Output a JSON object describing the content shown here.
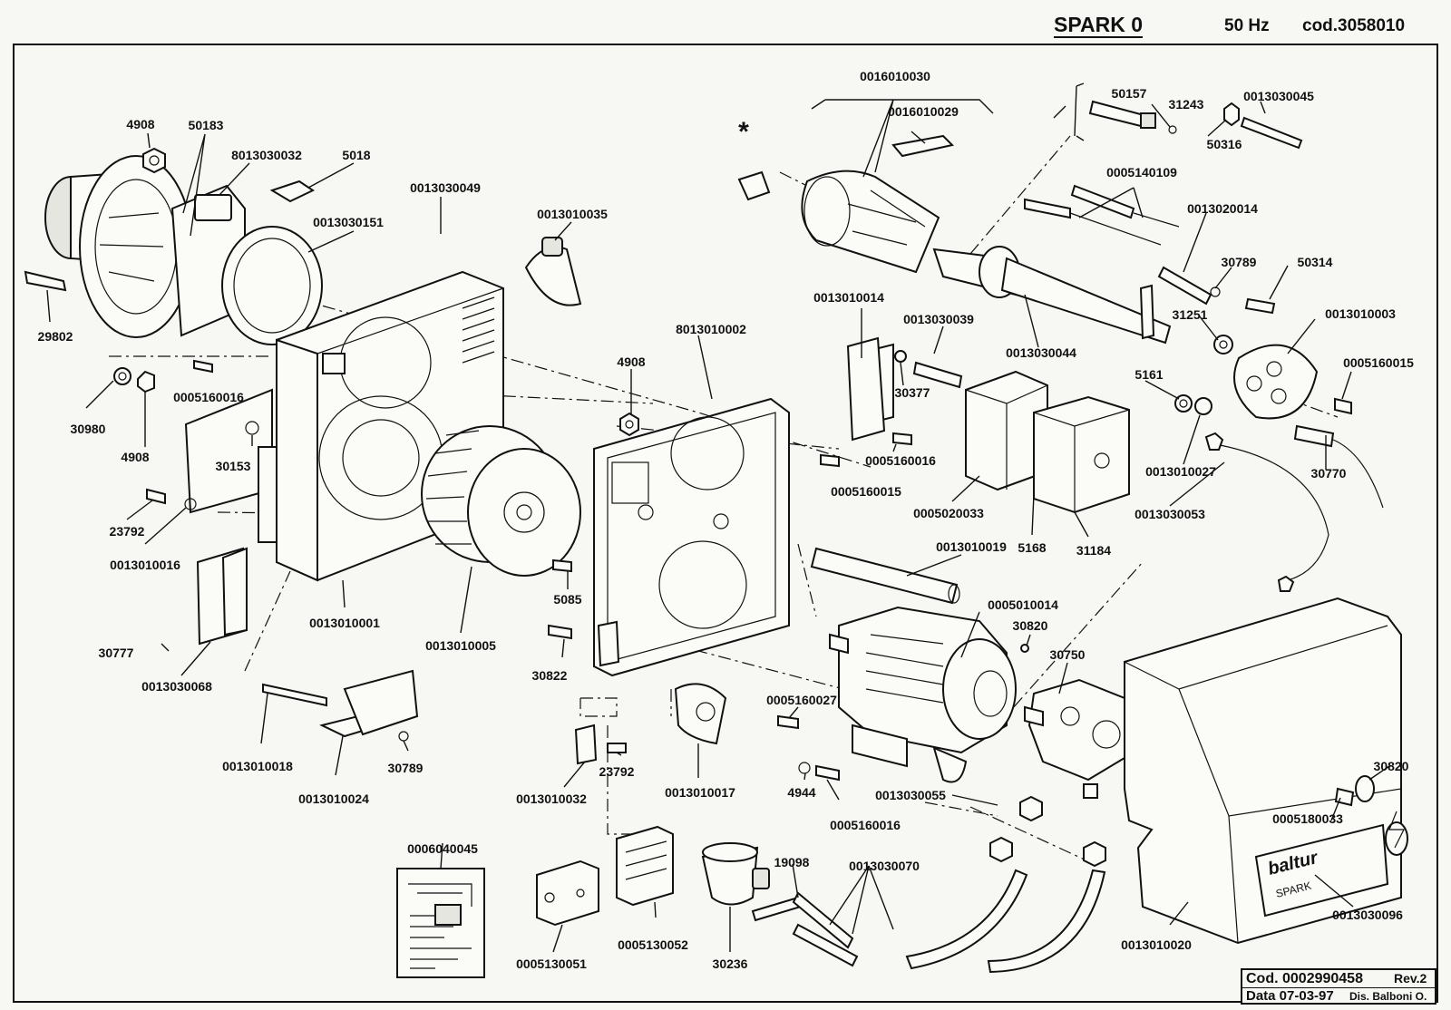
{
  "header": {
    "model": "SPARK 0",
    "frequency": "50 Hz",
    "code": "cod.3058010"
  },
  "title_block": {
    "cod": "Cod. 0002990458",
    "rev": "Rev.2",
    "date": "Data 07-03-97",
    "author": "Dis. Balboni O."
  },
  "asterisk": "*",
  "brand": {
    "logo_text": "baltur",
    "model_text": "SPARK"
  },
  "part_labels": {
    "p4908a": "4908",
    "p50183": "50183",
    "p8013030032": "8013030032",
    "p5018": "5018",
    "p0013030049": "0013030049",
    "p0013030151": "0013030151",
    "p29802": "29802",
    "p30980": "30980",
    "p4908b": "4908",
    "p0005160016a": "0005160016",
    "p30153": "30153",
    "p23792a": "23792",
    "p0013010016": "0013010016",
    "p30777": "30777",
    "p0013030068": "0013030068",
    "p0013010001": "0013010001",
    "p0013010005": "0013010005",
    "p0013010035": "0013010035",
    "p8013010002": "8013010002",
    "p4908c": "4908",
    "p5085": "5085",
    "p30822": "30822",
    "p0013010018": "0013010018",
    "p0013010024": "0013010024",
    "p30789a": "30789",
    "p0013010032": "0013010032",
    "p23792b": "23792",
    "p0013010017": "0013010017",
    "p0005160027": "0005160027",
    "p4944": "4944",
    "p0005160016b": "0005160016",
    "p0016010030": "0016010030",
    "p0016010029": "0016010029",
    "p0013010014": "0013010014",
    "p0013030039": "0013030039",
    "p30377": "30377",
    "p0005160016c": "0005160016",
    "p0005160015a": "0005160015",
    "p0005020033": "0005020033",
    "p5168": "5168",
    "p31184": "31184",
    "p0013010019": "0013010019",
    "p0005010014": "0005010014",
    "p30820a": "30820",
    "p30750": "30750",
    "p0013030055": "0013030055",
    "p0005140109": "0005140109",
    "p50157": "50157",
    "p31243": "31243",
    "p0013030045": "0013030045",
    "p50316": "50316",
    "p0013020014": "0013020014",
    "p30789b": "30789",
    "p50314": "50314",
    "p31251": "31251",
    "p0013010003": "0013010003",
    "p0013030044": "0013030044",
    "p0005160015b": "0005160015",
    "p5161": "5161",
    "p0013010027": "0013010027",
    "p30770": "30770",
    "p0013030053": "0013030053",
    "p0006040045": "0006040045",
    "p0005130051": "0005130051",
    "p0005130052": "0005130052",
    "p30236": "30236",
    "p19098": "19098",
    "p0013030070": "0013030070",
    "p0013010020": "0013010020",
    "p30820b": "30820",
    "p0005180033": "0005180033",
    "p0013030096": "0013030096"
  }
}
